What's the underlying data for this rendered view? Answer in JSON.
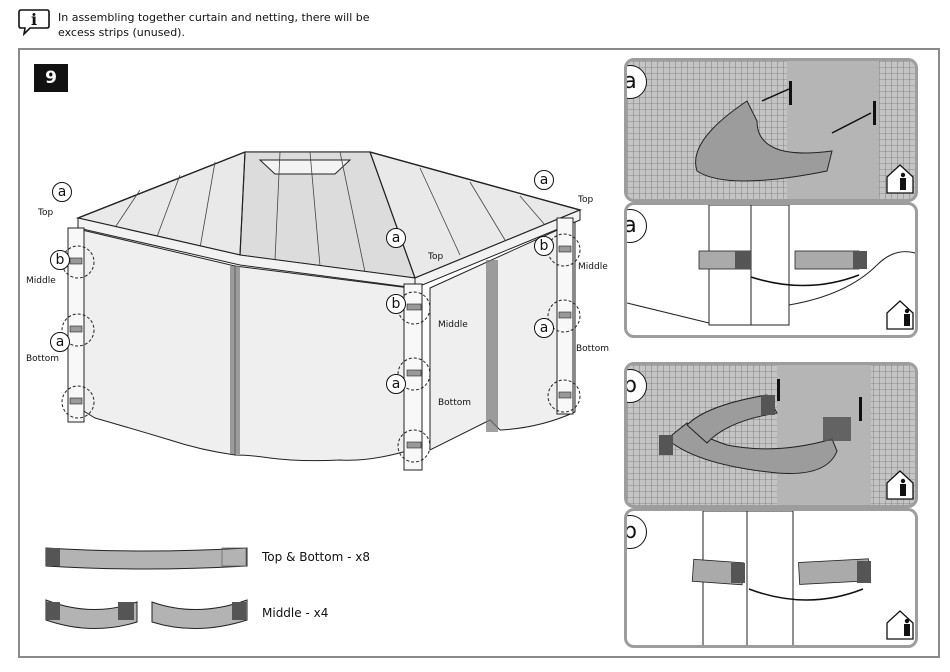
{
  "note": {
    "text_line1": "In assembling together curtain and netting, there will be",
    "text_line2": "excess strips (unused).",
    "icon": "info-icon"
  },
  "step": {
    "number": "9"
  },
  "callouts": {
    "left_top_letter": "a",
    "left_top_label": "Top",
    "left_mid_letter": "b",
    "left_mid_label": "Middle",
    "left_bot_letter": "a",
    "left_bot_label": "Bottom",
    "center_top_letter": "a",
    "center_top_label": "Top",
    "center_mid_letter": "b",
    "center_mid_label": "Middle",
    "center_bot_letter": "a",
    "center_bot_label": "Bottom",
    "right_top_letter": "a",
    "right_top_label": "Top",
    "right_mid_letter": "b",
    "right_mid_label": "Middle",
    "right_bot_letter": "a",
    "right_bot_label": "Bottom"
  },
  "strips": {
    "top_bottom_label": "Top & Bottom - x8",
    "middle_label": "Middle - x4"
  },
  "panels": [
    {
      "letter": "a",
      "icon": "outdoor-person-icon"
    },
    {
      "letter": "a",
      "icon": "indoor-person-icon"
    },
    {
      "letter": "b",
      "icon": "outdoor-person-icon"
    },
    {
      "letter": "b",
      "icon": "indoor-person-icon"
    }
  ],
  "colors": {
    "frame_border": "#8a8a8a",
    "panel_border": "#9d9d9d",
    "strip_fill": "#b3b3b3",
    "strip_dark": "#555555",
    "net_bg": "#c4c4c4"
  }
}
